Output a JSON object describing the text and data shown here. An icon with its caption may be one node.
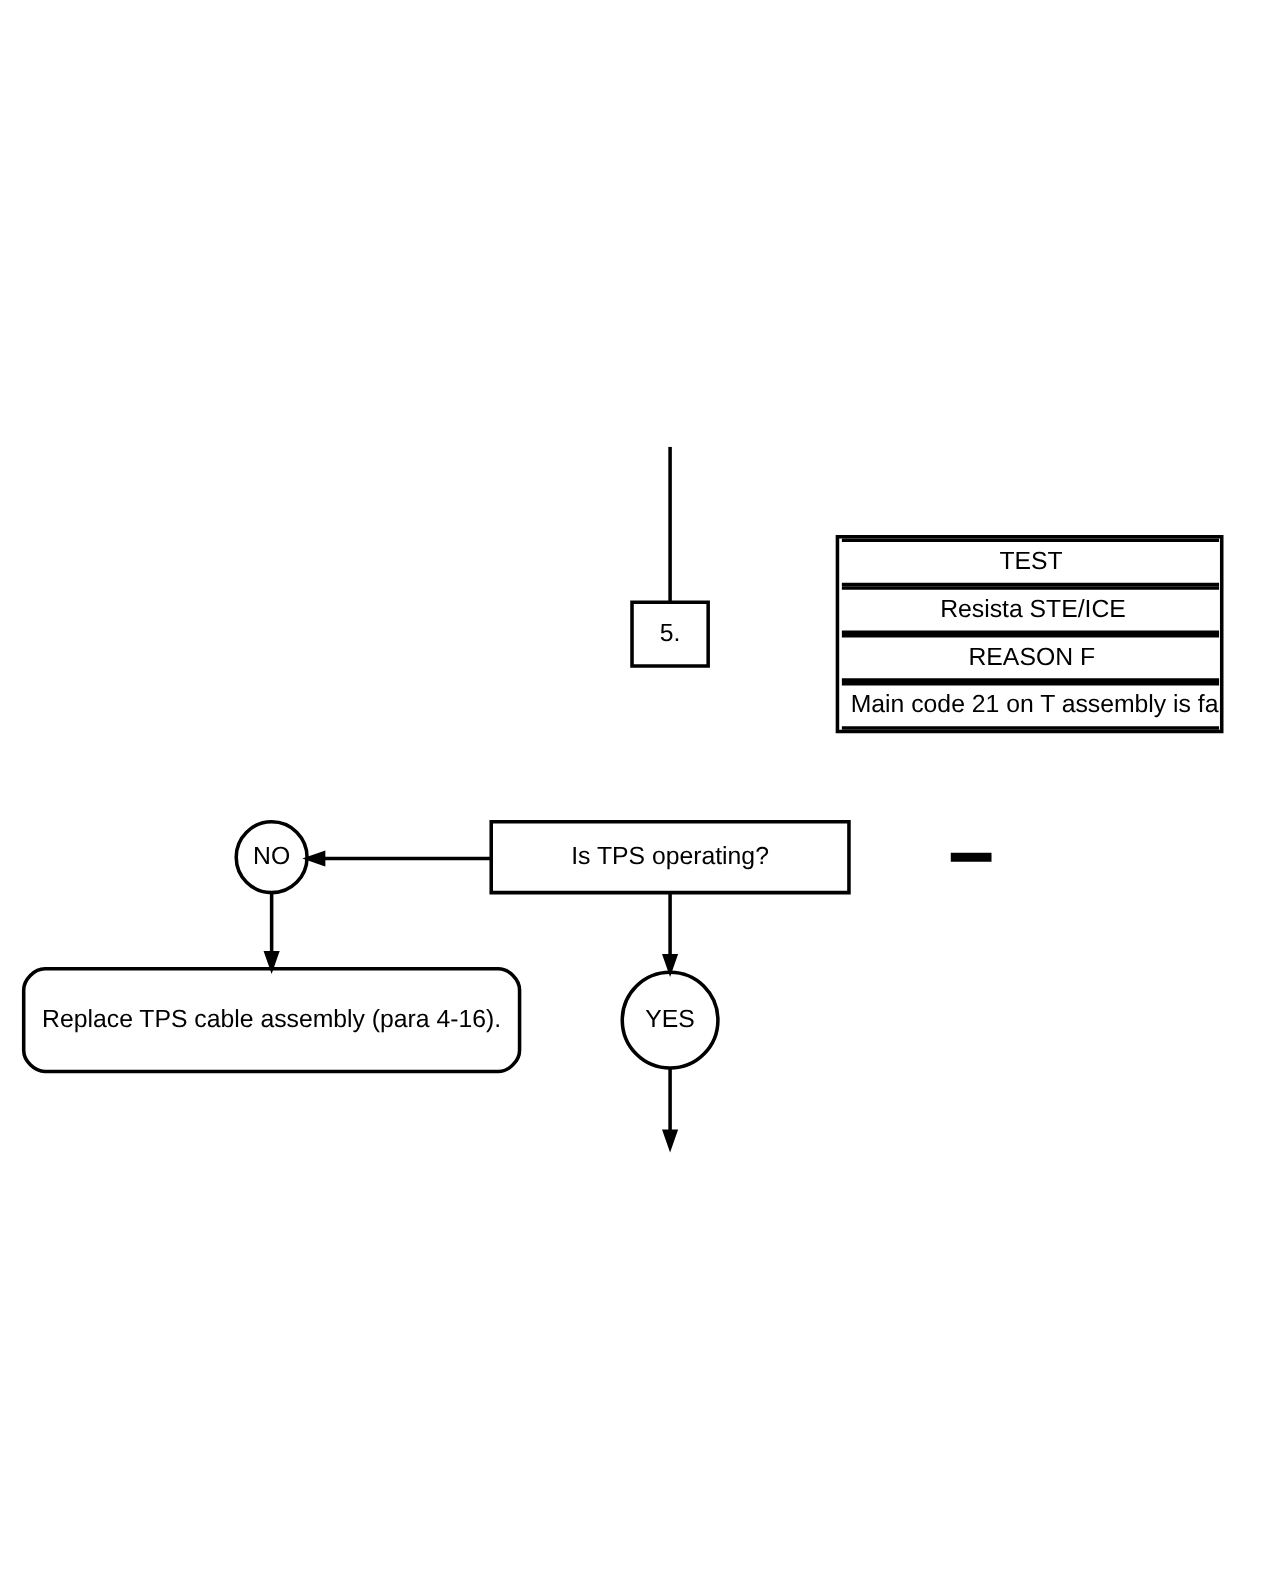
{
  "diagram": {
    "nodes": [
      {
        "text": [
          "5."
        ]
      },
      {
        "text": [
          "Is TPS operating?"
        ]
      },
      {
        "text": [
          "NO"
        ]
      },
      {
        "text": [
          "YES"
        ]
      },
      {
        "text": [
          "Replace TPS cable assembly (para 4-16)."
        ]
      }
    ],
    "edges": [
      {
        "from": null,
        "to": 0,
        "arrow": "none"
      },
      {
        "from": 1,
        "to": 2,
        "arrow": "to"
      },
      {
        "from": 1,
        "to": 3,
        "arrow": "to"
      },
      {
        "from": 2,
        "to": 4,
        "arrow": "to"
      },
      {
        "from": 3,
        "to": null,
        "arrow": "to"
      }
    ],
    "labels": [
      "TEST",
      "Resista STE/ICE",
      "REASON F",
      "Main code 21 on T assembly is fa"
    ]
  }
}
